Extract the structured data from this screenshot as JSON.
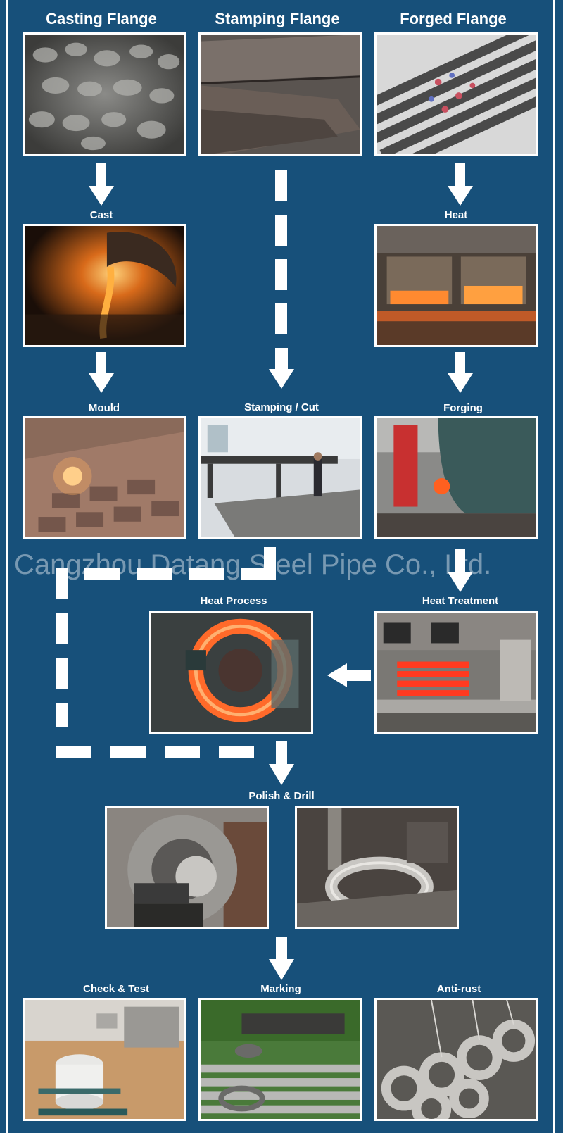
{
  "headers": {
    "casting": "Casting Flange",
    "stamping": "Stamping Flange",
    "forged": "Forged Flange"
  },
  "steps": {
    "cast": "Cast",
    "heat": "Heat",
    "mould": "Mould",
    "stamping_cut": "Stamping / Cut",
    "forging": "Forging",
    "heat_process": "Heat Process",
    "heat_treatment": "Heat Treatment",
    "polish_drill": "Polish & Drill",
    "check_test": "Check & Test",
    "marking": "Marking",
    "anti_rust": "Anti-rust"
  },
  "watermark": "Cangzhou Datang Steel Pipe Co., Ltd.",
  "colors": {
    "background": "#17507a",
    "arrow": "#ffffff",
    "text": "#ffffff"
  }
}
